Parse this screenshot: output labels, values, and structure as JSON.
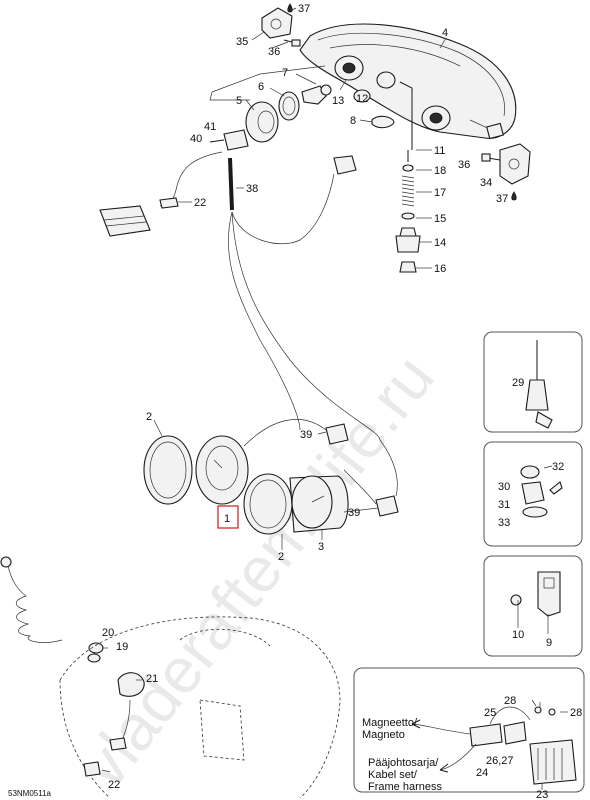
{
  "callouts": [
    "37",
    "35",
    "36",
    "4",
    "7",
    "6",
    "5",
    "13",
    "12",
    "8",
    "41",
    "40",
    "11",
    "18",
    "38",
    "36",
    "34",
    "37",
    "17",
    "22",
    "15",
    "14",
    "16",
    "29",
    "2",
    "39",
    "32",
    "30",
    "31",
    "33",
    "1",
    "39",
    "2",
    "3",
    "10",
    "9",
    "20",
    "19",
    "21",
    "28",
    "28",
    "25",
    "22",
    "24",
    "26,27",
    "23"
  ],
  "notes": {
    "magneto": "Magneetto/\nMagneto",
    "harness": "Pääjohtosarja/\nKabel set/\nFrame harness"
  },
  "code": "53NM0511a",
  "watermark": "vladeraftemelife.ru"
}
